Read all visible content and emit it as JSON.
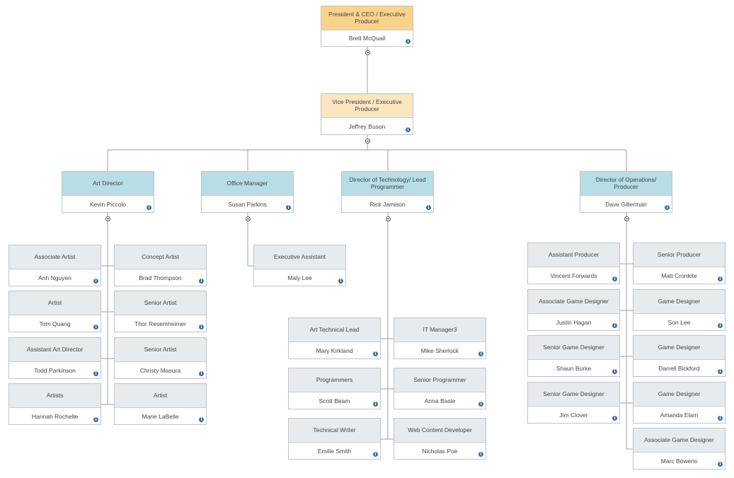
{
  "colors": {
    "ceo_title_bg": "#f8d48b",
    "vp_title_bg": "#fbe6c0",
    "director_title_bg": "#b7dde6",
    "staff_title_bg": "#e7ebee",
    "info_icon": "#3f6f9f",
    "connector": "#9aa0a5"
  },
  "nodes": [
    {
      "id": "ceo",
      "title": "President & CEO / Executive Producer",
      "name": "Brett McQuail",
      "level": "ceo"
    },
    {
      "id": "vp",
      "title": "Vice President / Executive Producer",
      "name": "Jeffrey Buson",
      "level": "vp"
    },
    {
      "id": "art_dir",
      "title": "Art Director",
      "name": "Kevin Piccolo",
      "level": "director"
    },
    {
      "id": "office_mgr",
      "title": "Office Manager",
      "name": "Susan Parkins",
      "level": "director"
    },
    {
      "id": "tech_dir",
      "title": "Director of Technology/ Lead Programmer",
      "name": "Rick Jamison",
      "level": "director"
    },
    {
      "id": "ops_dir",
      "title": "Director of Operations/ Producer",
      "name": "Dave Gillerman",
      "level": "director"
    },
    {
      "id": "a1",
      "title": "Associate Artist",
      "name": "Anh Nguyen",
      "level": "staff"
    },
    {
      "id": "a2",
      "title": "Concept Artist",
      "name": "Brad Thompson",
      "level": "staff"
    },
    {
      "id": "a3",
      "title": "Artist",
      "name": "Tom Quang",
      "level": "staff"
    },
    {
      "id": "a4",
      "title": "Senior Artist",
      "name": "Thor Resemheimer",
      "level": "staff"
    },
    {
      "id": "a5",
      "title": "Assistant Art Director",
      "name": "Todd Parkinson",
      "level": "staff"
    },
    {
      "id": "a6",
      "title": "Senior Artist",
      "name": "Christy Masura",
      "level": "staff"
    },
    {
      "id": "a7",
      "title": "Artists",
      "name": "Hannah Rochelle",
      "level": "staff"
    },
    {
      "id": "a8",
      "title": "Artist",
      "name": "Marie LaBelle",
      "level": "staff"
    },
    {
      "id": "o1",
      "title": "Executive Assistant",
      "name": "Maly Lee",
      "level": "staff"
    },
    {
      "id": "t1",
      "title": "Art Technical Lead",
      "name": "Mary Kirkland",
      "level": "staff"
    },
    {
      "id": "t2",
      "title": "IT Manager3",
      "name": "Mike Sherlock",
      "level": "staff"
    },
    {
      "id": "t3",
      "title": "Programmers",
      "name": "Scott Beam",
      "level": "staff"
    },
    {
      "id": "t4",
      "title": "Senior Programmer",
      "name": "Anna Basle",
      "level": "staff"
    },
    {
      "id": "t5",
      "title": "Technical Writer",
      "name": "Emille Smith",
      "level": "staff"
    },
    {
      "id": "t6",
      "title": "Web Content Developer",
      "name": "Nicholas Poe",
      "level": "staff"
    },
    {
      "id": "p1",
      "title": "Assistant Producer",
      "name": "Vincent Forwards",
      "level": "staff"
    },
    {
      "id": "p2",
      "title": "Senior Producer",
      "name": "Matt Cronkite",
      "level": "staff"
    },
    {
      "id": "p3",
      "title": "Associate Game Designer",
      "name": "Justin Hagan",
      "level": "staff"
    },
    {
      "id": "p4",
      "title": "Game Designer",
      "name": "Son Lee",
      "level": "staff"
    },
    {
      "id": "p5",
      "title": "Senior Game Designer",
      "name": "Shaun Burke",
      "level": "staff"
    },
    {
      "id": "p6",
      "title": "Game Designer",
      "name": "Darrell Bickford",
      "level": "staff"
    },
    {
      "id": "p7",
      "title": "Senior Game Designer",
      "name": "Jim Clover",
      "level": "staff"
    },
    {
      "id": "p8",
      "title": "Game Designer",
      "name": "Amanda Elam",
      "level": "staff"
    },
    {
      "id": "p9",
      "title": "Associate Game Designer",
      "name": "Marc Bowens",
      "level": "staff"
    }
  ],
  "info_icon_glyph": "i"
}
